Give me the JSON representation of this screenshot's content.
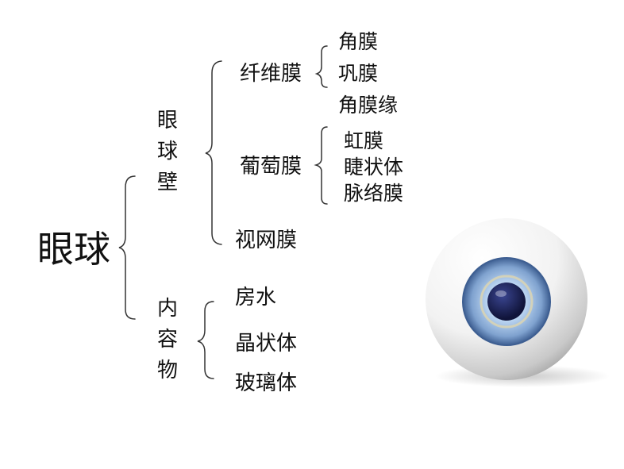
{
  "root": "眼球",
  "wall": {
    "chars": [
      "眼",
      "球",
      "壁"
    ],
    "fibrous": {
      "label": "纤维膜",
      "items": [
        "角膜",
        "巩膜",
        "角膜缘"
      ]
    },
    "vascular": {
      "label": "葡萄膜",
      "items": [
        "虹膜",
        "睫状体",
        "脉络膜"
      ]
    },
    "retina": "视网膜"
  },
  "contents": {
    "chars": [
      "内",
      "容",
      "物"
    ],
    "items": [
      "房水",
      "晶状体",
      "玻璃体"
    ]
  },
  "colors": {
    "text": "#111111",
    "bracket": "#333333",
    "iris_outer": "#5a7fb0",
    "iris_inner": "#b9d3f0",
    "pupil": "#1a1f4a"
  },
  "icons": [
    "eyeball-icon"
  ]
}
